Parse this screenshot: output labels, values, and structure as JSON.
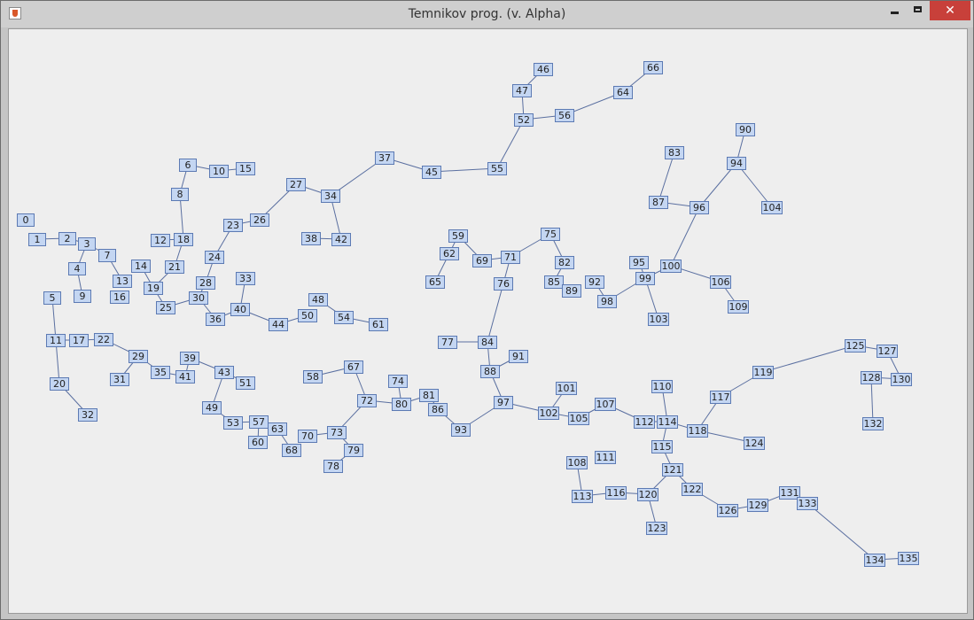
{
  "window": {
    "title": "Temnikov prog. (v. Alpha)",
    "close_glyph": "✕"
  },
  "graph": {
    "nodes": [
      "0",
      "1",
      "2",
      "3",
      "4",
      "5",
      "6",
      "7",
      "8",
      "9",
      "10",
      "11",
      "12",
      "13",
      "14",
      "15",
      "16",
      "17",
      "18",
      "19",
      "20",
      "21",
      "22",
      "23",
      "24",
      "25",
      "26",
      "27",
      "28",
      "29",
      "30",
      "31",
      "32",
      "33",
      "34",
      "35",
      "36",
      "37",
      "38",
      "39",
      "40",
      "41",
      "42",
      "43",
      "44",
      "45",
      "46",
      "47",
      "48",
      "49",
      "50",
      "51",
      "52",
      "53",
      "54",
      "55",
      "56",
      "57",
      "58",
      "59",
      "60",
      "61",
      "62",
      "63",
      "64",
      "65",
      "66",
      "67",
      "68",
      "69",
      "70",
      "71",
      "72",
      "73",
      "74",
      "75",
      "76",
      "77",
      "78",
      "79",
      "80",
      "81",
      "82",
      "83",
      "84",
      "85",
      "86",
      "87",
      "88",
      "89",
      "90",
      "91",
      "92",
      "93",
      "94",
      "95",
      "96",
      "97",
      "98",
      "99",
      "100",
      "101",
      "102",
      "103",
      "104",
      "105",
      "106",
      "107",
      "108",
      "109",
      "110",
      "111",
      "112",
      "113",
      "114",
      "115",
      "116",
      "117",
      "118",
      "119",
      "120",
      "121",
      "122",
      "123",
      "124",
      "125",
      "126",
      "127",
      "128",
      "129",
      "130",
      "131",
      "132",
      "133",
      "134",
      "135"
    ],
    "edges": [
      [
        "1",
        "2"
      ],
      [
        "2",
        "3"
      ],
      [
        "3",
        "4"
      ],
      [
        "4",
        "9"
      ],
      [
        "3",
        "7"
      ],
      [
        "7",
        "13"
      ],
      [
        "5",
        "11"
      ],
      [
        "11",
        "17"
      ],
      [
        "11",
        "20"
      ],
      [
        "20",
        "32"
      ],
      [
        "17",
        "22"
      ],
      [
        "22",
        "29"
      ],
      [
        "29",
        "31"
      ],
      [
        "29",
        "35"
      ],
      [
        "35",
        "41"
      ],
      [
        "39",
        "41"
      ],
      [
        "39",
        "43"
      ],
      [
        "43",
        "51"
      ],
      [
        "43",
        "49"
      ],
      [
        "49",
        "53"
      ],
      [
        "53",
        "57"
      ],
      [
        "57",
        "60"
      ],
      [
        "57",
        "63"
      ],
      [
        "63",
        "68"
      ],
      [
        "6",
        "10"
      ],
      [
        "10",
        "15"
      ],
      [
        "6",
        "8"
      ],
      [
        "8",
        "18"
      ],
      [
        "12",
        "18"
      ],
      [
        "18",
        "21"
      ],
      [
        "21",
        "19"
      ],
      [
        "14",
        "19"
      ],
      [
        "19",
        "25"
      ],
      [
        "25",
        "30"
      ],
      [
        "30",
        "36"
      ],
      [
        "28",
        "30"
      ],
      [
        "24",
        "28"
      ],
      [
        "23",
        "24"
      ],
      [
        "23",
        "26"
      ],
      [
        "26",
        "27"
      ],
      [
        "27",
        "34"
      ],
      [
        "34",
        "42"
      ],
      [
        "38",
        "42"
      ],
      [
        "34",
        "37"
      ],
      [
        "37",
        "45"
      ],
      [
        "45",
        "55"
      ],
      [
        "55",
        "52"
      ],
      [
        "52",
        "47"
      ],
      [
        "47",
        "46"
      ],
      [
        "52",
        "56"
      ],
      [
        "56",
        "64"
      ],
      [
        "64",
        "66"
      ],
      [
        "36",
        "40"
      ],
      [
        "33",
        "40"
      ],
      [
        "40",
        "44"
      ],
      [
        "44",
        "50"
      ],
      [
        "48",
        "54"
      ],
      [
        "54",
        "61"
      ],
      [
        "58",
        "67"
      ],
      [
        "67",
        "72"
      ],
      [
        "72",
        "73"
      ],
      [
        "70",
        "73"
      ],
      [
        "73",
        "79"
      ],
      [
        "79",
        "78"
      ],
      [
        "72",
        "80"
      ],
      [
        "74",
        "80"
      ],
      [
        "80",
        "81"
      ],
      [
        "81",
        "86"
      ],
      [
        "86",
        "93"
      ],
      [
        "93",
        "97"
      ],
      [
        "88",
        "97"
      ],
      [
        "84",
        "88"
      ],
      [
        "77",
        "84"
      ],
      [
        "84",
        "76"
      ],
      [
        "76",
        "71"
      ],
      [
        "69",
        "71"
      ],
      [
        "59",
        "69"
      ],
      [
        "59",
        "62"
      ],
      [
        "62",
        "65"
      ],
      [
        "71",
        "75"
      ],
      [
        "75",
        "82"
      ],
      [
        "82",
        "85"
      ],
      [
        "85",
        "89"
      ],
      [
        "91",
        "88"
      ],
      [
        "97",
        "102"
      ],
      [
        "101",
        "102"
      ],
      [
        "102",
        "105"
      ],
      [
        "105",
        "107"
      ],
      [
        "107",
        "112"
      ],
      [
        "112",
        "114"
      ],
      [
        "110",
        "114"
      ],
      [
        "114",
        "118"
      ],
      [
        "114",
        "115"
      ],
      [
        "115",
        "121"
      ],
      [
        "121",
        "122"
      ],
      [
        "122",
        "126"
      ],
      [
        "126",
        "129"
      ],
      [
        "129",
        "131"
      ],
      [
        "131",
        "133"
      ],
      [
        "133",
        "134"
      ],
      [
        "134",
        "135"
      ],
      [
        "121",
        "120"
      ],
      [
        "120",
        "116"
      ],
      [
        "116",
        "113"
      ],
      [
        "108",
        "113"
      ],
      [
        "120",
        "123"
      ],
      [
        "118",
        "117"
      ],
      [
        "117",
        "119"
      ],
      [
        "119",
        "125"
      ],
      [
        "125",
        "127"
      ],
      [
        "127",
        "130"
      ],
      [
        "128",
        "130"
      ],
      [
        "128",
        "132"
      ],
      [
        "118",
        "124"
      ],
      [
        "92",
        "98"
      ],
      [
        "98",
        "99"
      ],
      [
        "99",
        "103"
      ],
      [
        "95",
        "99"
      ],
      [
        "99",
        "100"
      ],
      [
        "100",
        "96"
      ],
      [
        "96",
        "94"
      ],
      [
        "94",
        "90"
      ],
      [
        "94",
        "104"
      ],
      [
        "96",
        "87"
      ],
      [
        "87",
        "83"
      ],
      [
        "100",
        "106"
      ],
      [
        "106",
        "109"
      ]
    ]
  }
}
